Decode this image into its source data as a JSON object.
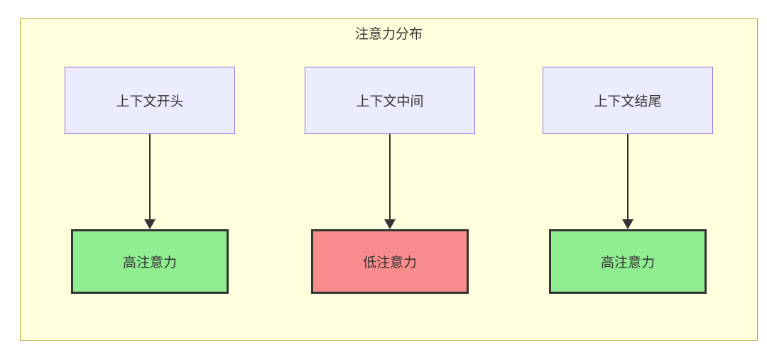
{
  "diagram": {
    "title": "注意力分布",
    "columns": [
      {
        "source": "上下文开头",
        "result": "高注意力",
        "level": "high"
      },
      {
        "source": "上下文中间",
        "result": "低注意力",
        "level": "low"
      },
      {
        "source": "上下文结尾",
        "result": "高注意力",
        "level": "high"
      }
    ],
    "colors": {
      "container_bg": "#ffffde",
      "container_border": "#aaaa33",
      "source_node_bg": "#ECECFF",
      "source_node_border": "#9370DB",
      "high_attention_bg": "#90EE90",
      "low_attention_bg": "#F98C8C",
      "result_node_border": "#333333",
      "arrow": "#333333",
      "text": "#333333"
    }
  }
}
